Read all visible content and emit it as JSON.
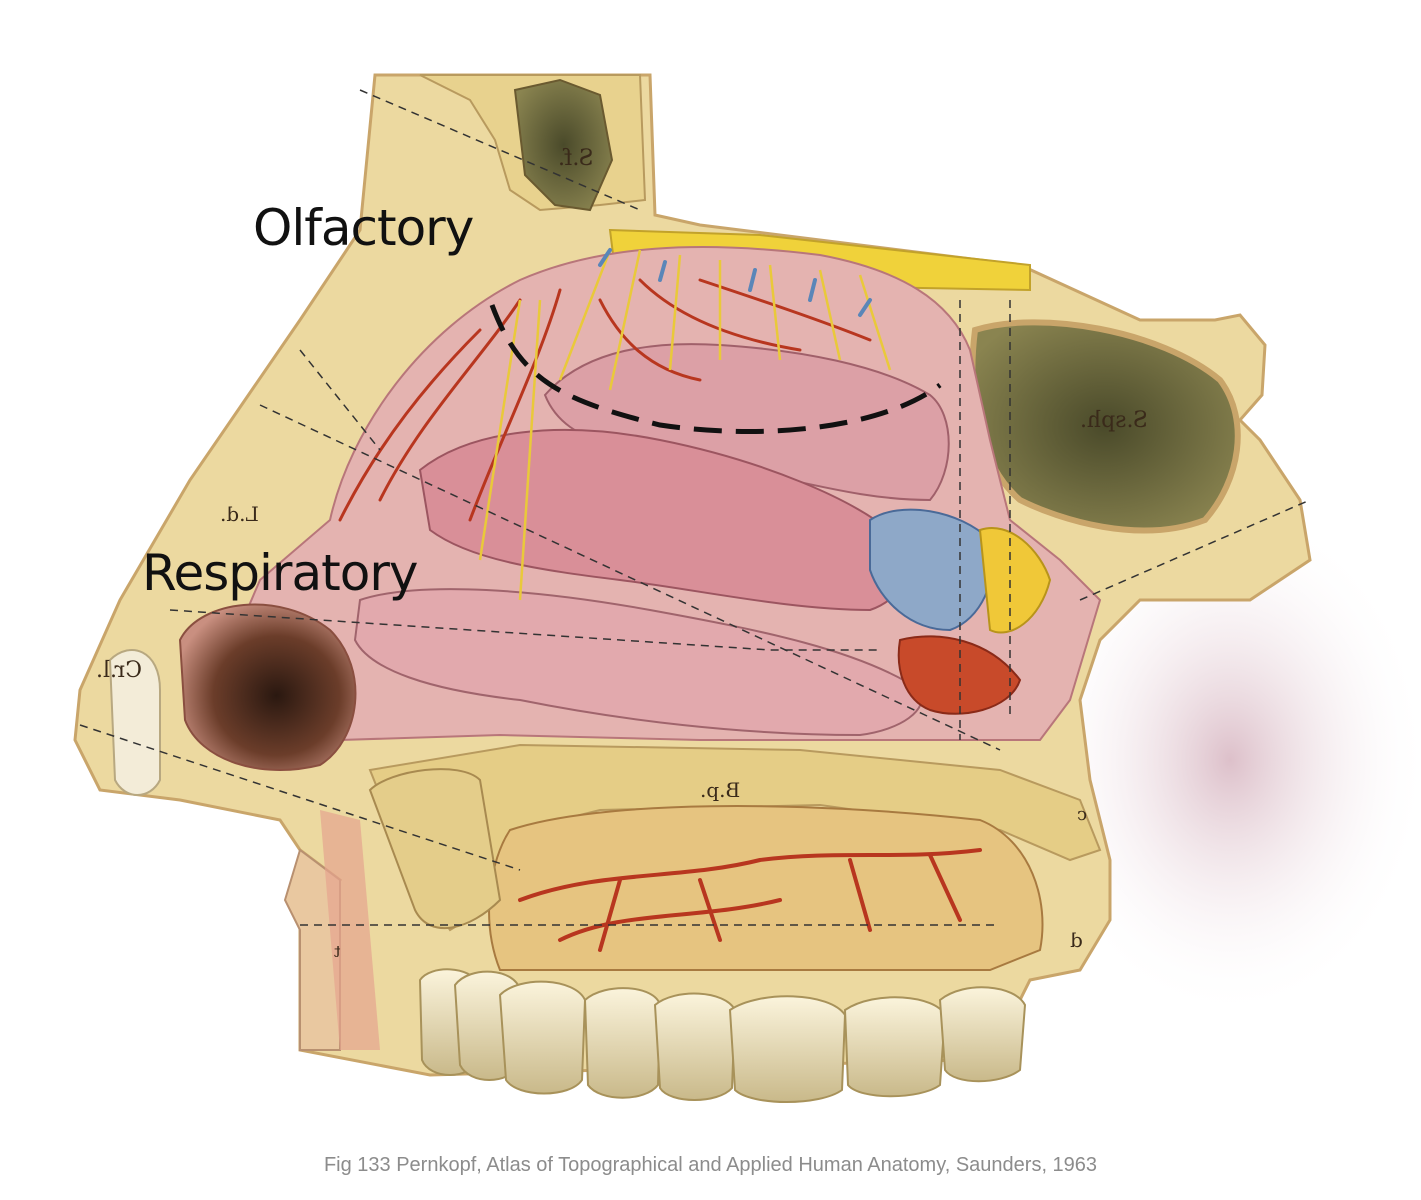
{
  "labels": {
    "olfactory": "Olfactory",
    "respiratory": "Respiratory"
  },
  "codes": {
    "sf": "S.f.",
    "ssph": "S.sph.",
    "ld": "L.d.",
    "crl": "Cr.l.",
    "bp": "B.p.",
    "c": "c",
    "d": "d",
    "t": "t"
  },
  "caption": "Fig 133  Pernkopf,  Atlas of Topographical and Applied Human Anatomy, Saunders, 1963",
  "colors": {
    "bone": "#e9d79a",
    "mucosa": "#e4b3b0",
    "nerve": "#e9c93a",
    "artery": "#b8361f",
    "vein": "#5a86b8",
    "caption": "#8c8c8c"
  }
}
